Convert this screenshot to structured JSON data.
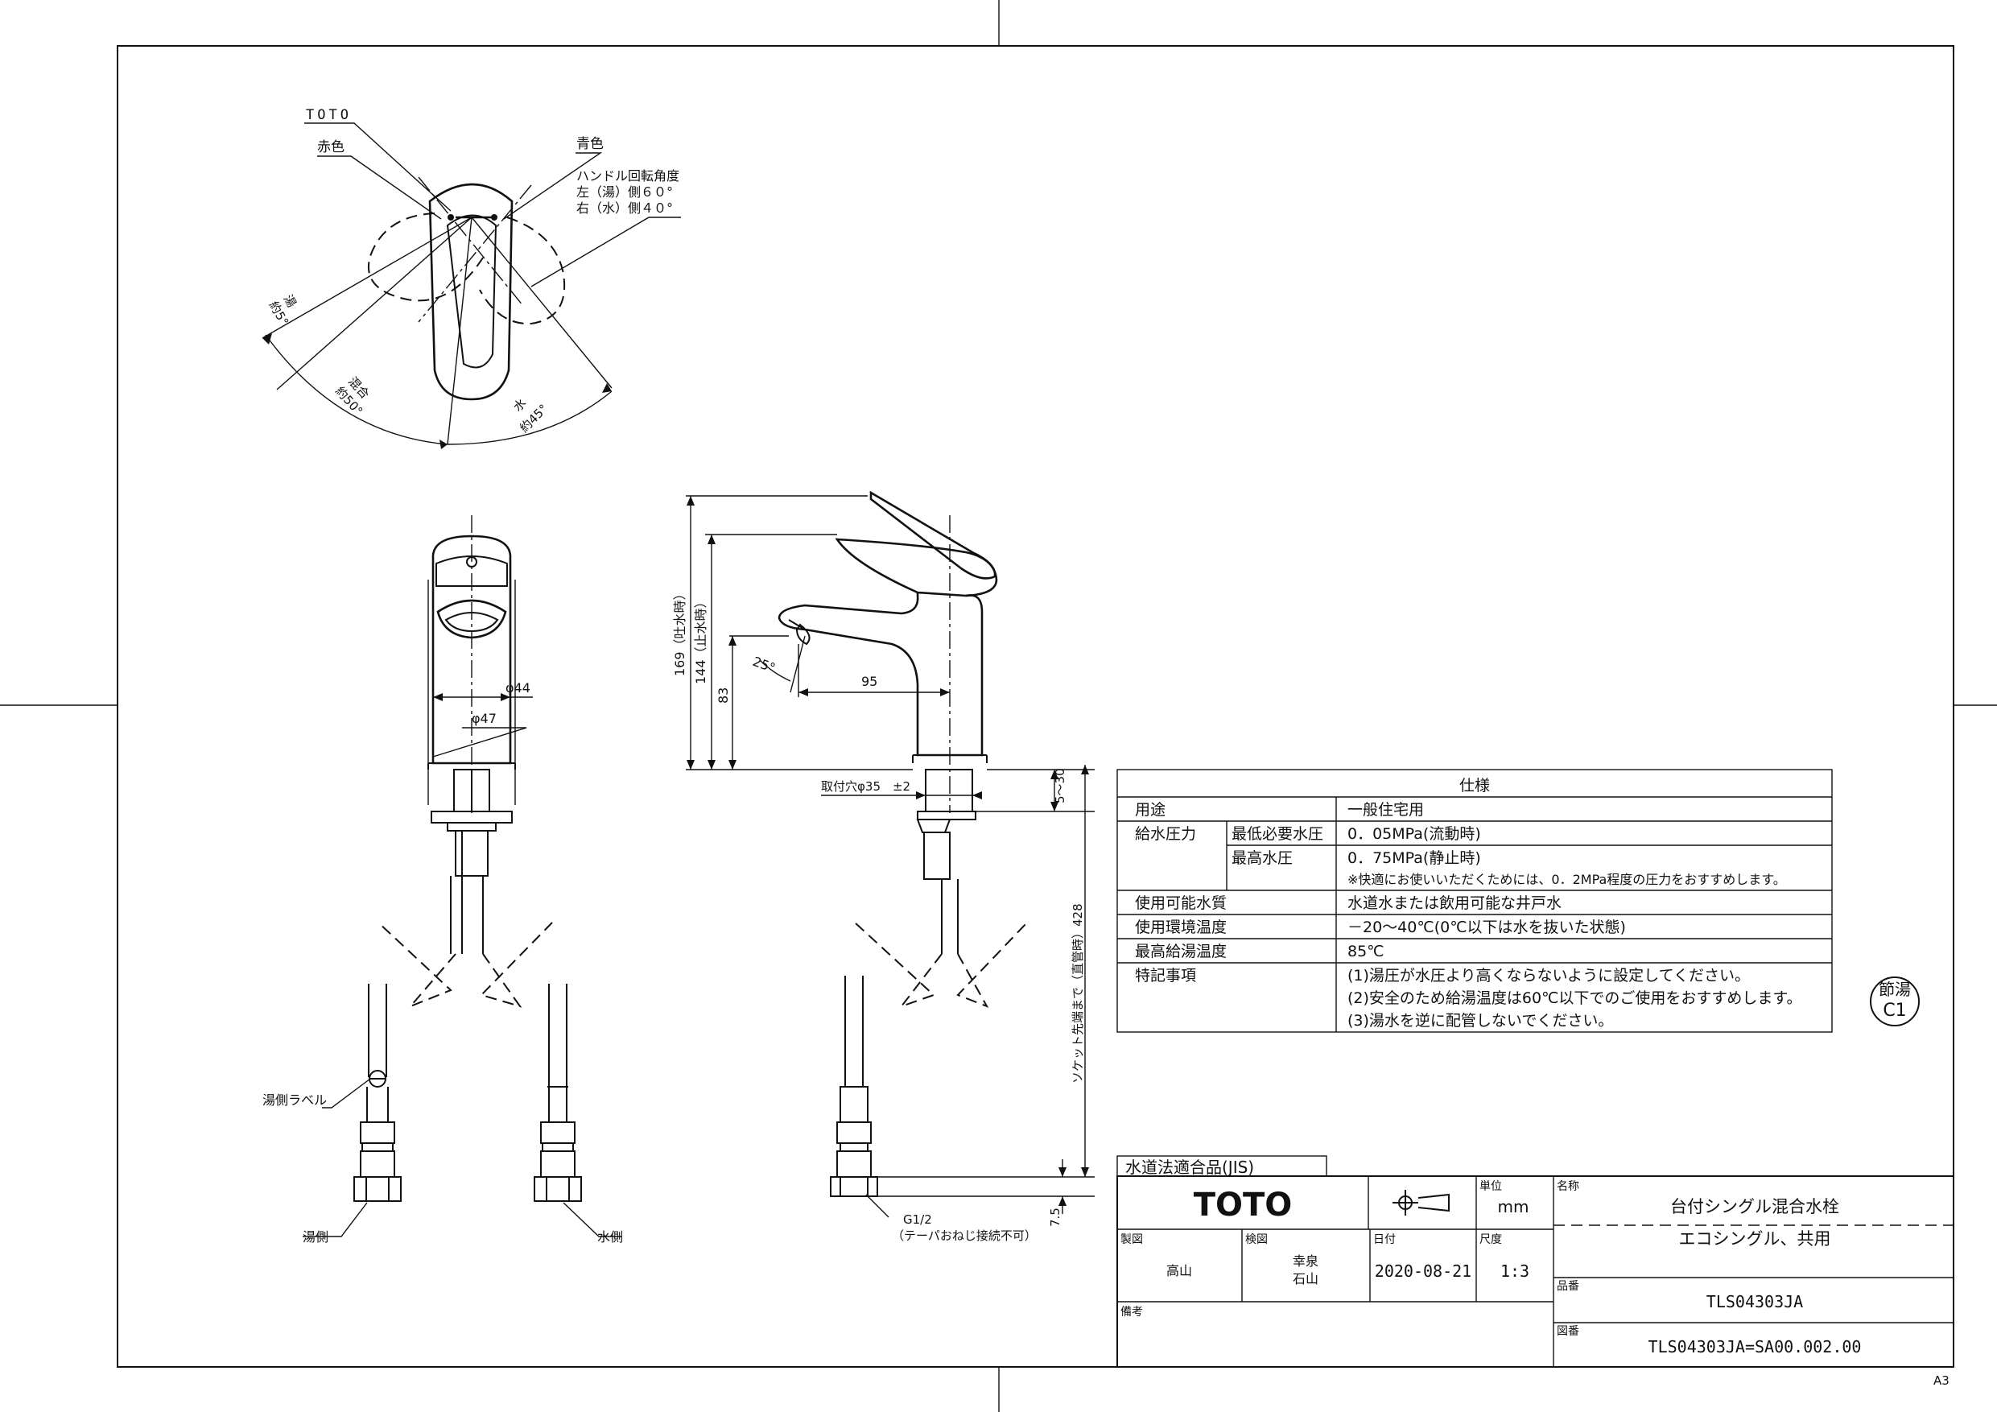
{
  "sheet_size": "A3",
  "top_view": {
    "brand_mark": "TOTO",
    "red_label": "赤色",
    "blue_label": "青色",
    "rotation_title": "ハンドル回転角度",
    "rotation_hot": "左（湯）側６０°",
    "rotation_cold": "右（水）側４０°",
    "hot_zone": "湯",
    "hot_angle": "約5°",
    "mix_zone": "混合",
    "mix_angle": "約50°",
    "cold_zone": "水",
    "cold_angle": "約45°"
  },
  "front_view": {
    "dia_44": "φ44",
    "dia_47": "φ47",
    "hot_label_tag": "湯側ラベル",
    "hot_side": "湯側",
    "cold_side": "水側"
  },
  "side_view": {
    "dim_169": "169（吐水時）",
    "dim_144": "144（止水時）",
    "dim_83": "83",
    "angle_25": "25°",
    "dim_95": "95",
    "mount_hole": "取付穴φ35　±2",
    "dim_5_30": "5～30",
    "dim_428": "ソケット先端まで（直管時）428",
    "dim_7_5": "7.5",
    "thread_size": "G1/2",
    "thread_note": "（テーパおねじ接続不可）"
  },
  "spec_table": {
    "header": "仕様",
    "rows": [
      {
        "label": "用途",
        "sub": "",
        "value": "一般住宅用"
      },
      {
        "label": "給水圧力",
        "sub": "最低必要水圧",
        "value": "0．05MPa(流動時)"
      },
      {
        "label": "",
        "sub": "最高水圧",
        "value": "0．75MPa(静止時)"
      },
      {
        "label": "",
        "sub": "",
        "value": "※快適にお使いいただくためには、0．2MPa程度の圧力をおすすめします。"
      },
      {
        "label": "使用可能水質",
        "sub": "",
        "value": "水道水または飲用可能な井戸水"
      },
      {
        "label": "使用環境温度",
        "sub": "",
        "value": "－20～40℃(0℃以下は水を抜いた状態)"
      },
      {
        "label": "最高給湯温度",
        "sub": "",
        "value": "85℃"
      },
      {
        "label": "特記事項",
        "sub": "",
        "value": "(1)湯圧が水圧より高くならないように設定してください。"
      },
      {
        "label": "",
        "sub": "",
        "value": "(2)安全のため給湯温度は60℃以下でのご使用をおすすめします。"
      },
      {
        "label": "",
        "sub": "",
        "value": "(3)湯水を逆に配管しないでください。"
      }
    ]
  },
  "stamp": {
    "line1": "節湯",
    "line2": "C1"
  },
  "title_block": {
    "jis_label": "水道法適合品(JIS)",
    "logo": "TOTO",
    "unit_label": "単位",
    "unit_value": "mm",
    "name_label": "名称",
    "name_line1": "台付シングル混合水栓",
    "name_line2": "エコシングル、共用",
    "drawn_label": "製図",
    "drawn_value": "高山",
    "checked_label": "検図",
    "checked_value_1": "幸泉",
    "checked_value_2": "石山",
    "date_label": "日付",
    "date_value": "2020-08-21",
    "scale_label": "尺度",
    "scale_value": "1:3",
    "part_no_label": "品番",
    "part_no_value": "TLS04303JA",
    "remarks_label": "備考",
    "drawing_no_label": "図番",
    "drawing_no_value": "TLS04303JA=SA00.002.00"
  }
}
